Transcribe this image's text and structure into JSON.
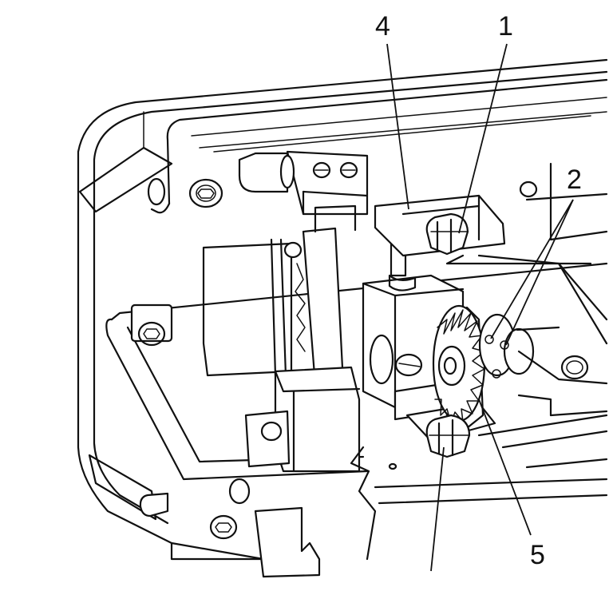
{
  "callouts": {
    "c1": "1",
    "c2": "2",
    "c4": "4",
    "c5": "5"
  },
  "colors": {
    "line": "#111111",
    "background": "#ffffff"
  }
}
